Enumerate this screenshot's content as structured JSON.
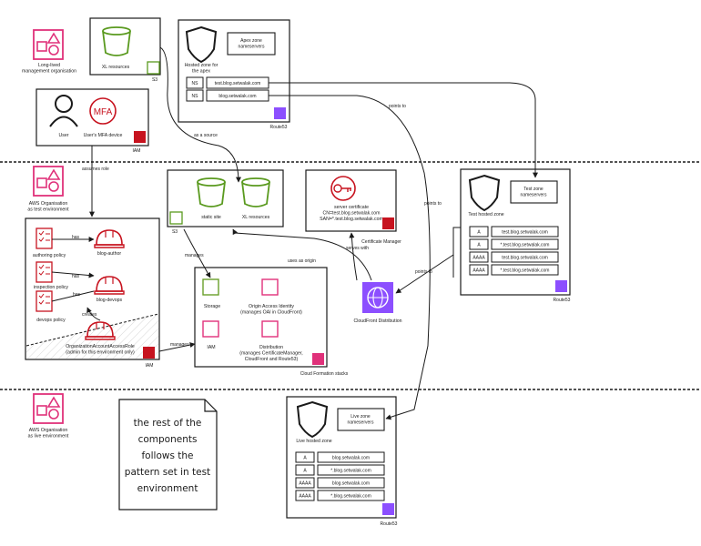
{
  "colors": {
    "line": "#1a1a1a",
    "org_pink": "#e0317a",
    "s3_green": "#5a9a1f",
    "iam_red": "#c7131f",
    "route53_purple": "#8c4fff",
    "cloudfront_purple": "#8c4fff",
    "storage_green": "#6a9f2a"
  },
  "orgs": {
    "management": "Long-lived\nmanagement organisation",
    "test": "AWS Organisation\nas test environment",
    "live": "AWS Organisation\nas live environment"
  },
  "top": {
    "xl_resources": "XL resources",
    "s3_service": "S3",
    "apex_zone_ns": "Apex zone\nnameservers",
    "hosted_zone_apex": "Hosted zone for\nthe apex",
    "ns_records": [
      {
        "type": "NS",
        "value": "test.blog.setwalak.com"
      },
      {
        "type": "NS",
        "value": "blog.setwalak.com"
      }
    ],
    "route53_service": "Route53",
    "user": "User",
    "mfa_device": "User's MFA device",
    "mfa_text": "MFA",
    "iam_service": "IAM"
  },
  "edges": {
    "as_source": "as a source",
    "points_to": "points to",
    "assumes_role": "assumes role",
    "has": "has",
    "creates": "creates",
    "manages": "manages",
    "uses_as_origin": "uses as origin",
    "serves_with": "serves with"
  },
  "test": {
    "s3_buckets": [
      "static site",
      "XL resources"
    ],
    "s3_service": "S3",
    "cert_label": "server certificate\nCN=test.blog.setwalak.com\nSAN=*.test.blog.setwalak.com",
    "cert_manager": "Certificate Manager",
    "test_zone_ns": "Test zone\nnameservers",
    "test_hosted_zone": "Test hosted zone",
    "records": [
      {
        "type": "A",
        "value": "test.blog.setwalak.com"
      },
      {
        "type": "A",
        "value": "*.test.blog.setwalak.com"
      },
      {
        "type": "AAAA",
        "value": "test.blog.setwalak.com"
      },
      {
        "type": "AAAA",
        "value": "*.test.blog.setwalak.com"
      }
    ],
    "route53_service": "Route53",
    "authoring_policy": "authoring policy",
    "inspection_policy": "inspection policy",
    "devops_policy": "devops policy",
    "blog_author": "blog-author",
    "blog_devops": "blog-devops",
    "org_access_role": "OrganizationAccountAccessRole\n(admin for this environment only)",
    "iam_service": "IAM",
    "cf_storage": "Storage",
    "cf_oai": "Origin Access Identity\n(manages OAI in CloudFront)",
    "cf_iam": "IAM",
    "cf_distribution": "Distribution\n(manages CertificateManager,\nCloudFront and Route53)",
    "cloudformation": "Cloud Formation stacks",
    "cloudfront_distribution": "CloudFront Distribution"
  },
  "live": {
    "note": "the rest of the\ncomponents\nfollows the\npattern set in test\nenvironment",
    "live_zone_ns": "Live zone\nnameservers",
    "live_hosted_zone": "Live hosted zone",
    "records": [
      {
        "type": "A",
        "value": "blog.setwalak.com"
      },
      {
        "type": "A",
        "value": "*.blog.setwalak.com"
      },
      {
        "type": "AAAA",
        "value": "blog.setwalak.com"
      },
      {
        "type": "AAAA",
        "value": "*.blog.setwalak.com"
      }
    ],
    "route53_service": "Route53"
  }
}
